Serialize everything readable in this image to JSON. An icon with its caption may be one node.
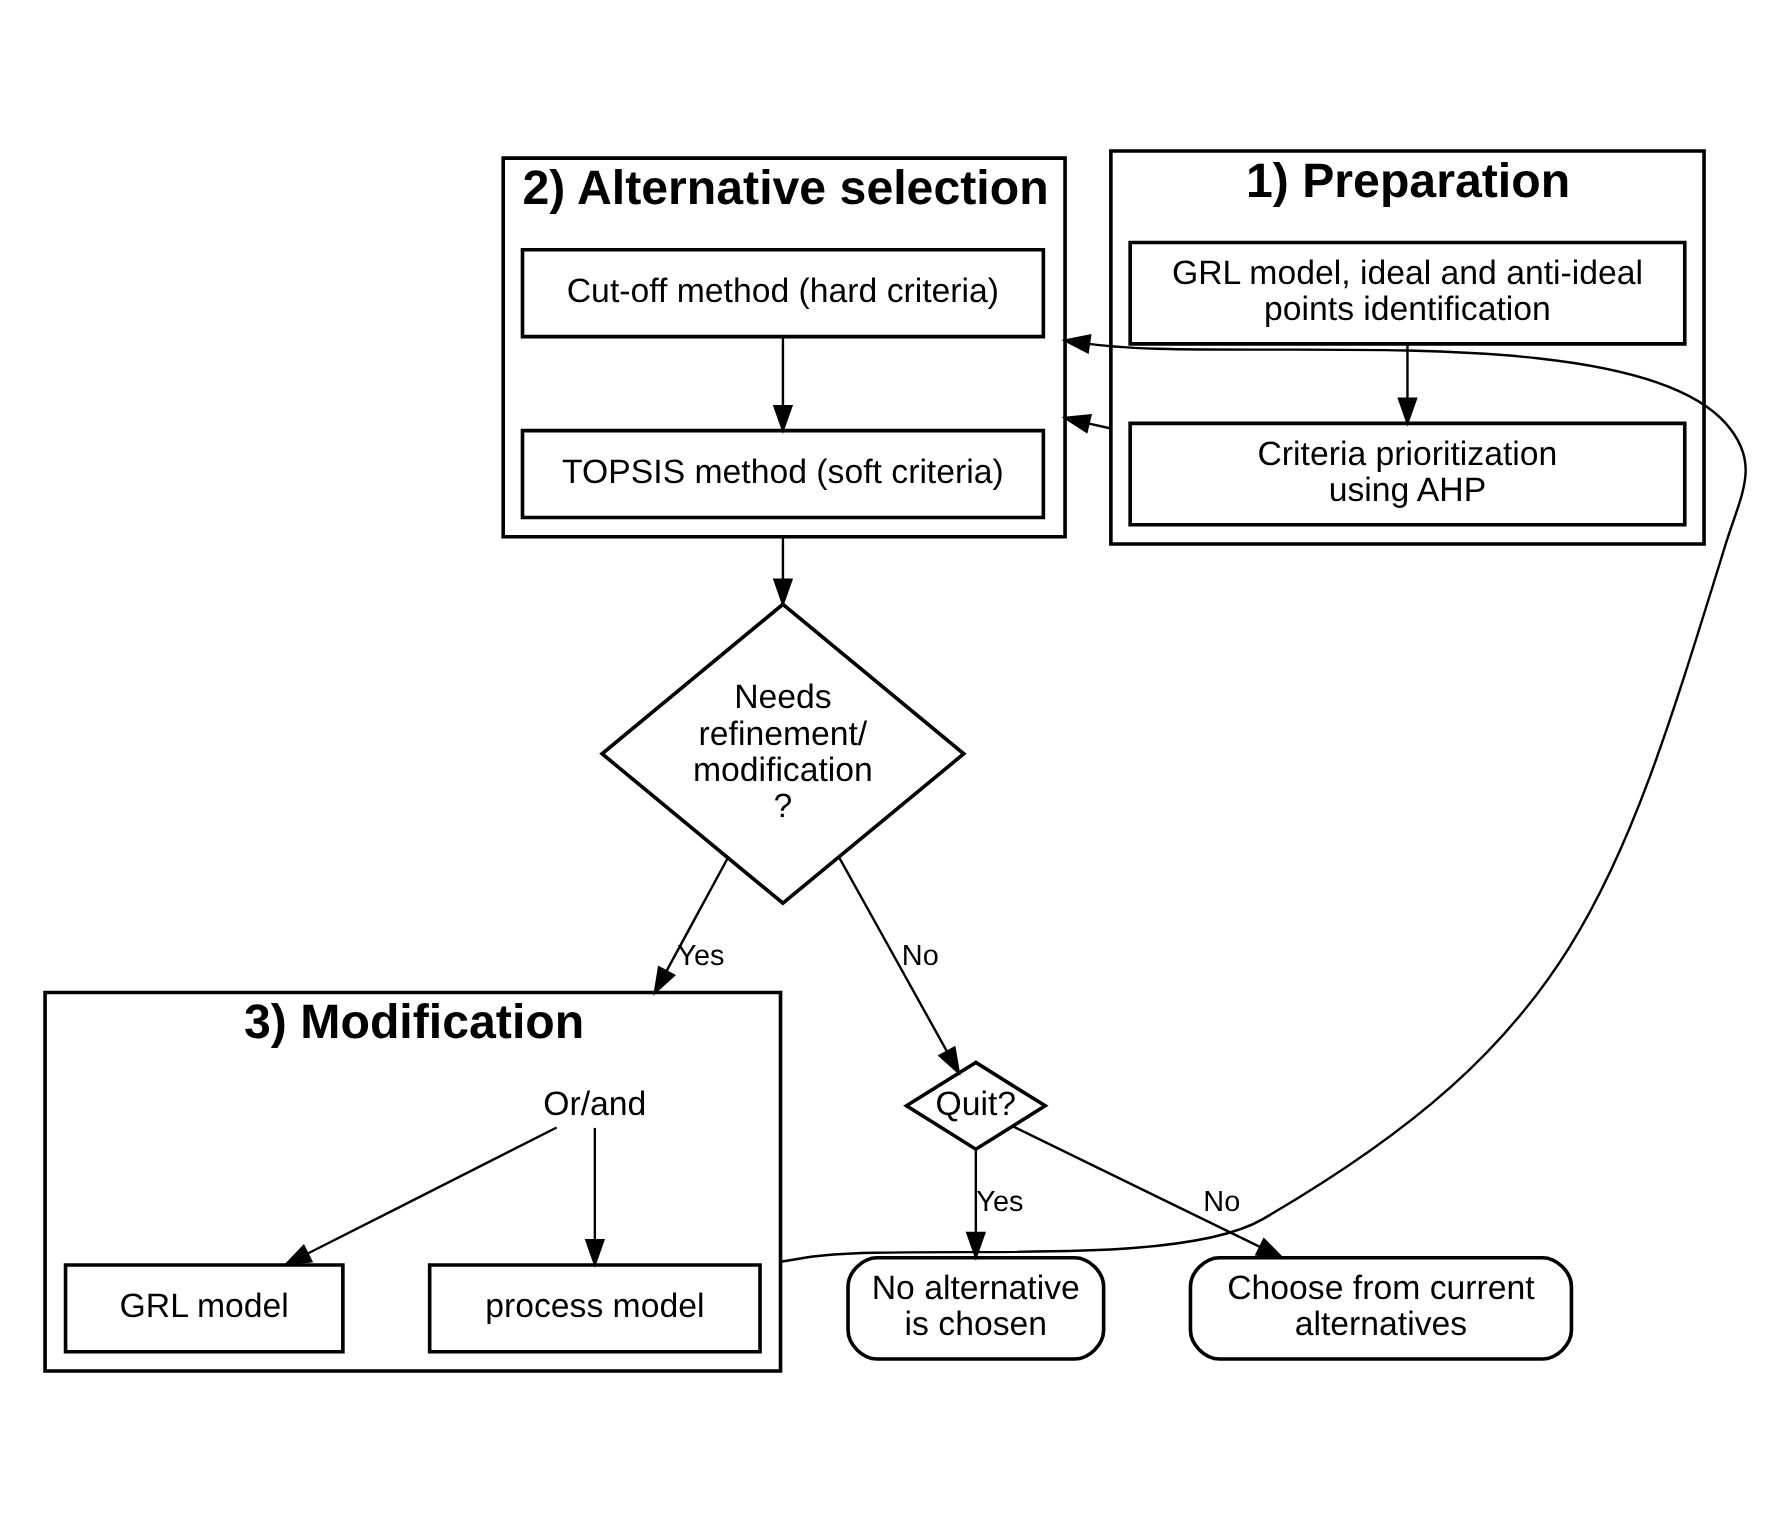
{
  "diagram": {
    "nodes": [
      {
        "text": [
          "2) Alternative selection"
        ]
      },
      {
        "text": [
          "Cut-off method (hard criteria)"
        ],
        "in": 0
      },
      {
        "text": [
          "TOPSIS method (soft criteria)"
        ],
        "in": 0
      },
      {
        "text": [
          "1) Preparation"
        ]
      },
      {
        "text": [
          "GRL model, ideal and anti-ideal points identification"
        ],
        "in": 3
      },
      {
        "text": [
          "Criteria prioritization using AHP"
        ],
        "in": 3
      },
      {
        "text": [
          "Needs refinement/ modification ?"
        ]
      },
      {
        "text": [
          "3) Modification"
        ]
      },
      {
        "text": [
          "Or/and"
        ],
        "in": 7
      },
      {
        "text": [
          "GRL model"
        ],
        "in": 7
      },
      {
        "text": [
          "process model"
        ],
        "in": 7
      },
      {
        "text": [
          "Quit?"
        ]
      },
      {
        "text": [
          "No alternative is chosen"
        ]
      },
      {
        "text": [
          "Choose from current alternatives"
        ]
      }
    ],
    "edges": [
      {
        "from": 1,
        "to": 2,
        "arrow": "to"
      },
      {
        "from": 4,
        "to": 5,
        "arrow": "to"
      },
      {
        "from": 3,
        "to": 0,
        "arrow": "to"
      },
      {
        "from": 0,
        "to": 6,
        "arrow": "to"
      },
      {
        "from": 6,
        "to": 7,
        "arrow": "to",
        "label": "Yes"
      },
      {
        "from": 6,
        "to": 11,
        "arrow": "to",
        "label": "No"
      },
      {
        "from": 8,
        "to": 9,
        "arrow": "to"
      },
      {
        "from": 8,
        "to": 10,
        "arrow": "to"
      },
      {
        "from": 7,
        "to": 0,
        "arrow": "to"
      },
      {
        "from": 11,
        "to": 12,
        "arrow": "to",
        "label": "Yes"
      },
      {
        "from": 11,
        "to": 13,
        "arrow": "to",
        "label": "No"
      }
    ]
  }
}
